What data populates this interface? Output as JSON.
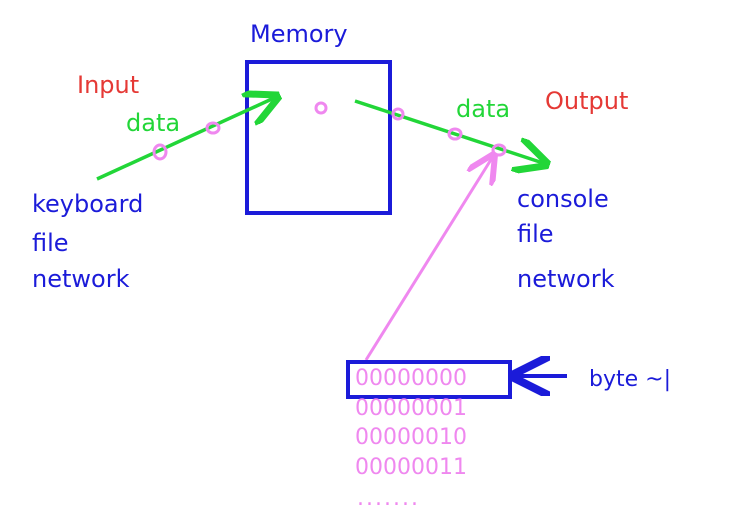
{
  "labels": {
    "memory": "Memory",
    "input": "Input",
    "output": "Output",
    "data_left": "data",
    "data_right": "data",
    "byte_note": "byte ~|"
  },
  "sources": [
    "keyboard",
    "file",
    "network"
  ],
  "destinations": [
    "console",
    "file",
    "network"
  ],
  "bytes": [
    "00000000",
    "00000001",
    "00000010",
    "00000011"
  ],
  "ellipsis": ".......",
  "colors": {
    "green": "#22d638",
    "blue": "#1b1bd9",
    "pink": "#ef88ef",
    "red": "#e53935"
  }
}
